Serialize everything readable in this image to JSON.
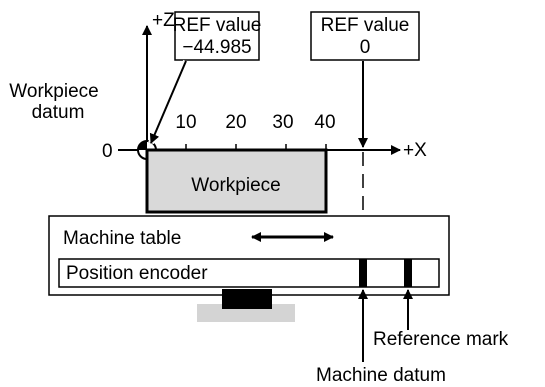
{
  "axes": {
    "z_label": "+Z",
    "x_label": "+X"
  },
  "origin_label": "0",
  "x_ticks": [
    "10",
    "20",
    "30",
    "40"
  ],
  "ref_boxes": [
    {
      "line1": "REF value",
      "line2": "−44.985"
    },
    {
      "line1": "REF value",
      "line2": "0"
    }
  ],
  "workpiece_datum": {
    "line1": "Workpiece",
    "line2": "datum"
  },
  "workpiece_label": "Workpiece",
  "machine_table_label": "Machine table",
  "position_encoder_label": "Position encoder",
  "reference_mark_label": "Reference mark",
  "machine_datum_label": "Machine datum",
  "colors": {
    "workpiece_fill": "#d9d9d9",
    "slide_fill": "#d4d4d4",
    "ink": "#000000"
  }
}
